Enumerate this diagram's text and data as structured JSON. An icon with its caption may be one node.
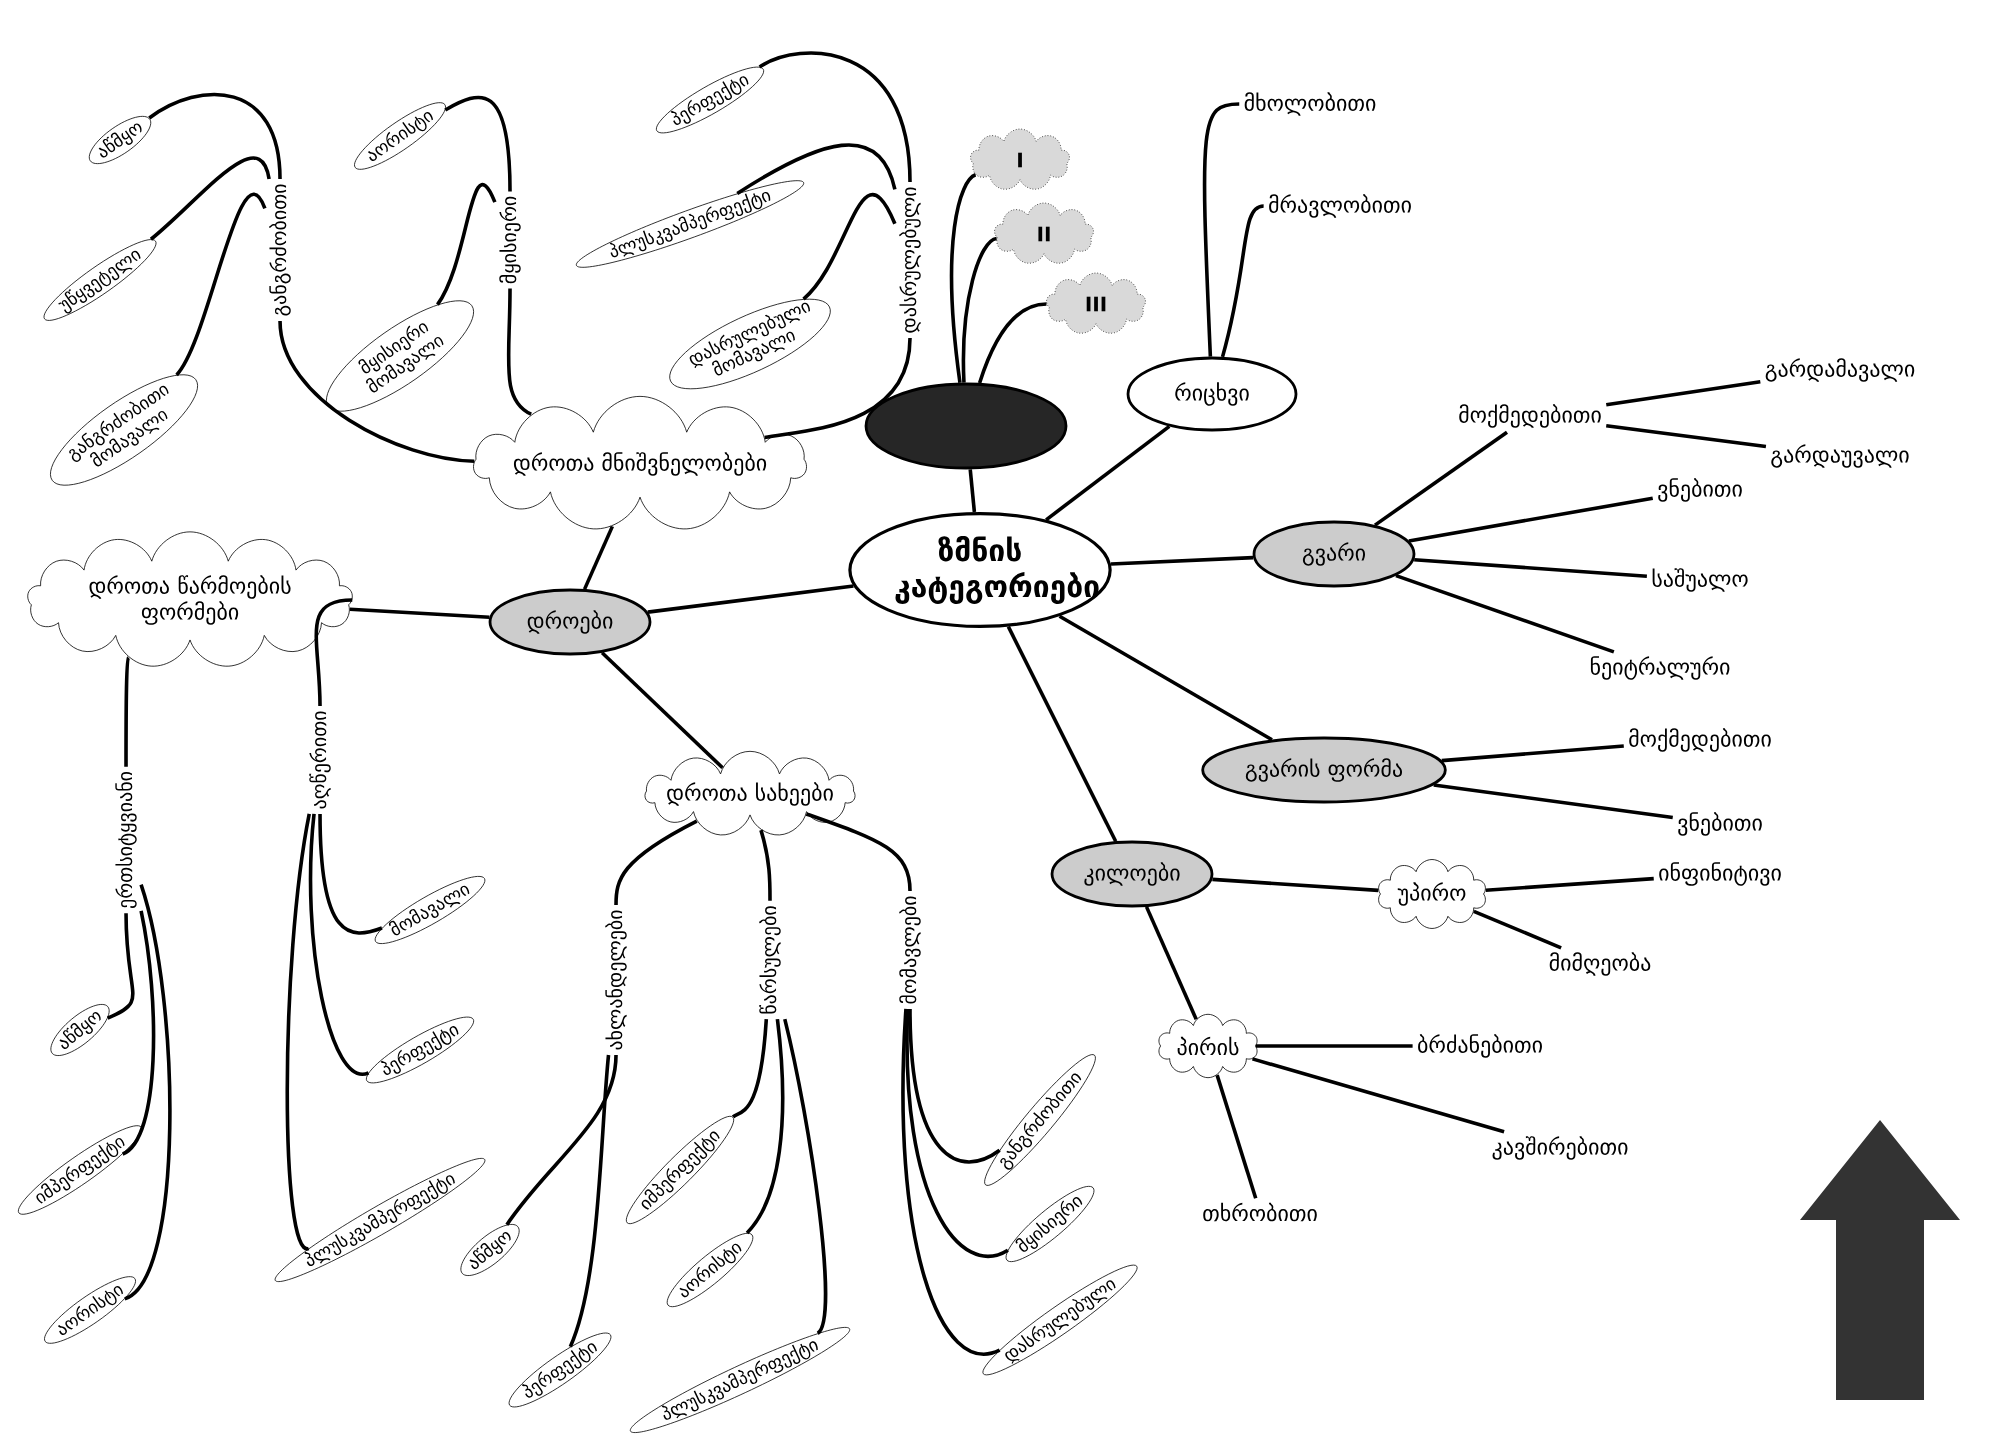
{
  "diagram": {
    "nodes": [
      {
        "text": [
          "ზმნის კატეგორიები"
        ]
      },
      {
        "text": [],
        "shape": "ellipse"
      },
      {
        "text": [
          "I"
        ]
      },
      {
        "text": [
          "II"
        ]
      },
      {
        "text": [
          "III"
        ]
      },
      {
        "text": [
          "რიცხვი"
        ]
      },
      {
        "text": [
          "მხოლობითი"
        ]
      },
      {
        "text": [
          "მრავლობითი"
        ]
      },
      {
        "text": [
          "გვარი"
        ]
      },
      {
        "text": [
          "მოქმედებითი"
        ]
      },
      {
        "text": [
          "გარდამავალი"
        ]
      },
      {
        "text": [
          "გარდაუვალი"
        ]
      },
      {
        "text": [
          "ვნებითი"
        ]
      },
      {
        "text": [
          "საშუალო"
        ]
      },
      {
        "text": [
          "ნეიტრალური"
        ]
      },
      {
        "text": [
          "გვარის ფორმა"
        ]
      },
      {
        "text": [
          "მოქმედებითი"
        ]
      },
      {
        "text": [
          "ვნებითი"
        ]
      },
      {
        "text": [
          "კილოები"
        ]
      },
      {
        "text": [
          "უპირო"
        ]
      },
      {
        "text": [
          "ინფინიტივი"
        ]
      },
      {
        "text": [
          "მიმღეობა"
        ]
      },
      {
        "text": [
          "პირის"
        ]
      },
      {
        "text": [
          "ბრძანებითი"
        ]
      },
      {
        "text": [
          "კავშირებითი"
        ]
      },
      {
        "text": [
          "თხრობითი"
        ]
      },
      {
        "text": [
          "დროები"
        ]
      },
      {
        "text": [
          "დროთა მნიშვნელობები"
        ]
      },
      {
        "text": [
          "განგრძობითი"
        ]
      },
      {
        "text": [
          "აწმყო"
        ]
      },
      {
        "text": [
          "უწყვეტელი"
        ]
      },
      {
        "text": [
          "განგრძობითი მომავალი"
        ]
      },
      {
        "text": [
          "მყისიერი"
        ]
      },
      {
        "text": [
          "აორისტი"
        ]
      },
      {
        "text": [
          "მყისიერი მომავალი"
        ]
      },
      {
        "text": [
          "დასრულებული"
        ]
      },
      {
        "text": [
          "პერფექტი"
        ]
      },
      {
        "text": [
          "პლუსკვამპერფექტი"
        ]
      },
      {
        "text": [
          "დასრულებული მომავალი"
        ]
      },
      {
        "text": [
          "დროთა წარმოების ფორმები"
        ]
      },
      {
        "text": [
          "ერთსიტყვიანი"
        ]
      },
      {
        "text": [
          "აწმყო"
        ]
      },
      {
        "text": [
          "იმპერფექტი"
        ]
      },
      {
        "text": [
          "აორისტი"
        ]
      },
      {
        "text": [
          "აღწერითი"
        ]
      },
      {
        "text": [
          "მომავალი"
        ]
      },
      {
        "text": [
          "პერფექტი"
        ]
      },
      {
        "text": [
          "პლუსკვამპერფექტი"
        ]
      },
      {
        "text": [
          "დროთა სახეები"
        ]
      },
      {
        "text": [
          "ახლანდელები"
        ]
      },
      {
        "text": [
          "აწმყო"
        ]
      },
      {
        "text": [
          "პერფექტი"
        ]
      },
      {
        "text": [
          "წარსულები"
        ]
      },
      {
        "text": [
          "იმპერფექტი"
        ]
      },
      {
        "text": [
          "აორისტი"
        ]
      },
      {
        "text": [
          "პლუსკვამპერფექტი"
        ]
      },
      {
        "text": [
          "მომავლები"
        ]
      },
      {
        "text": [
          "განგრძობითი"
        ]
      },
      {
        "text": [
          "მყისიერი"
        ]
      },
      {
        "text": [
          "დასრულებული"
        ]
      }
    ],
    "edges": [
      {
        "from": 0,
        "to": 1,
        "arrow": "none"
      },
      {
        "from": 1,
        "to": 2,
        "arrow": "none"
      },
      {
        "from": 1,
        "to": 3,
        "arrow": "none"
      },
      {
        "from": 1,
        "to": 4,
        "arrow": "none"
      },
      {
        "from": 0,
        "to": 5,
        "arrow": "none"
      },
      {
        "from": 5,
        "to": 6,
        "arrow": "none"
      },
      {
        "from": 5,
        "to": 7,
        "arrow": "none"
      },
      {
        "from": 0,
        "to": 8,
        "arrow": "none"
      },
      {
        "from": 8,
        "to": 9,
        "arrow": "none"
      },
      {
        "from": 9,
        "to": 10,
        "arrow": "none"
      },
      {
        "from": 9,
        "to": 11,
        "arrow": "none"
      },
      {
        "from": 8,
        "to": 12,
        "arrow": "none"
      },
      {
        "from": 8,
        "to": 13,
        "arrow": "none"
      },
      {
        "from": 8,
        "to": 14,
        "arrow": "none"
      },
      {
        "from": 0,
        "to": 15,
        "arrow": "none"
      },
      {
        "from": 15,
        "to": 16,
        "arrow": "none"
      },
      {
        "from": 15,
        "to": 17,
        "arrow": "none"
      },
      {
        "from": 0,
        "to": 18,
        "arrow": "none"
      },
      {
        "from": 18,
        "to": 19,
        "arrow": "none"
      },
      {
        "from": 19,
        "to": 20,
        "arrow": "none"
      },
      {
        "from": 19,
        "to": 21,
        "arrow": "none"
      },
      {
        "from": 18,
        "to": 22,
        "arrow": "none"
      },
      {
        "from": 22,
        "to": 23,
        "arrow": "none"
      },
      {
        "from": 22,
        "to": 24,
        "arrow": "none"
      },
      {
        "from": 22,
        "to": 25,
        "arrow": "none"
      },
      {
        "from": 0,
        "to": 26,
        "arrow": "none"
      },
      {
        "from": 26,
        "to": 27,
        "arrow": "none"
      },
      {
        "from": 27,
        "to": 28,
        "arrow": "none"
      },
      {
        "from": 28,
        "to": 29,
        "arrow": "none"
      },
      {
        "from": 28,
        "to": 30,
        "arrow": "none"
      },
      {
        "from": 28,
        "to": 31,
        "arrow": "none"
      },
      {
        "from": 27,
        "to": 32,
        "arrow": "none"
      },
      {
        "from": 32,
        "to": 33,
        "arrow": "none"
      },
      {
        "from": 32,
        "to": 34,
        "arrow": "none"
      },
      {
        "from": 27,
        "to": 35,
        "arrow": "none"
      },
      {
        "from": 35,
        "to": 36,
        "arrow": "none"
      },
      {
        "from": 35,
        "to": 37,
        "arrow": "none"
      },
      {
        "from": 35,
        "to": 38,
        "arrow": "none"
      },
      {
        "from": 26,
        "to": 39,
        "arrow": "none"
      },
      {
        "from": 39,
        "to": 40,
        "arrow": "none"
      },
      {
        "from": 40,
        "to": 41,
        "arrow": "none"
      },
      {
        "from": 40,
        "to": 42,
        "arrow": "none"
      },
      {
        "from": 40,
        "to": 43,
        "arrow": "none"
      },
      {
        "from": 39,
        "to": 44,
        "arrow": "none"
      },
      {
        "from": 44,
        "to": 45,
        "arrow": "none"
      },
      {
        "from": 44,
        "to": 46,
        "arrow": "none"
      },
      {
        "from": 44,
        "to": 47,
        "arrow": "none"
      },
      {
        "from": 26,
        "to": 48,
        "arrow": "none"
      },
      {
        "from": 48,
        "to": 49,
        "arrow": "none"
      },
      {
        "from": 49,
        "to": 50,
        "arrow": "none"
      },
      {
        "from": 49,
        "to": 51,
        "arrow": "none"
      },
      {
        "from": 48,
        "to": 52,
        "arrow": "none"
      },
      {
        "from": 52,
        "to": 53,
        "arrow": "none"
      },
      {
        "from": 52,
        "to": 54,
        "arrow": "none"
      },
      {
        "from": 52,
        "to": 55,
        "arrow": "none"
      },
      {
        "from": 48,
        "to": 56,
        "arrow": "none"
      },
      {
        "from": 56,
        "to": 57,
        "arrow": "none"
      },
      {
        "from": 56,
        "to": 58,
        "arrow": "none"
      },
      {
        "from": 56,
        "to": 59,
        "arrow": "none"
      }
    ]
  }
}
